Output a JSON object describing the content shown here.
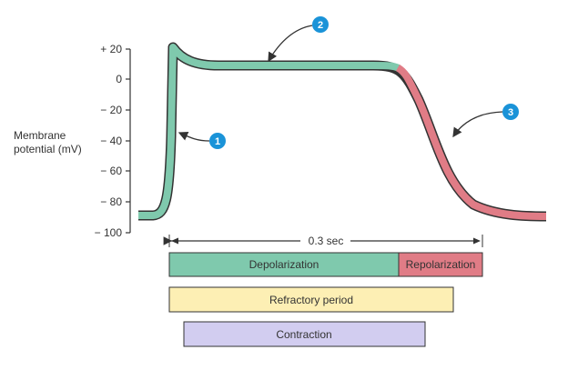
{
  "y_axis": {
    "label_line1": "Membrane",
    "label_line2": "potential (mV)",
    "ticks": [
      "+ 20",
      "0",
      "− 20",
      "− 40",
      "− 60",
      "− 80",
      "− 100"
    ]
  },
  "duration_label": "0.3 sec",
  "phases": {
    "depolarization": "Depolarization",
    "repolarization": "Repolarization",
    "refractory": "Refractory period",
    "contraction": "Contraction"
  },
  "callouts": [
    "1",
    "2",
    "3"
  ],
  "colors": {
    "depolarization": "#7fc9ad",
    "repolarization": "#e07c86",
    "refractory": "#fdefb4",
    "contraction": "#d2cdf0",
    "callout": "#1a93d8"
  }
}
